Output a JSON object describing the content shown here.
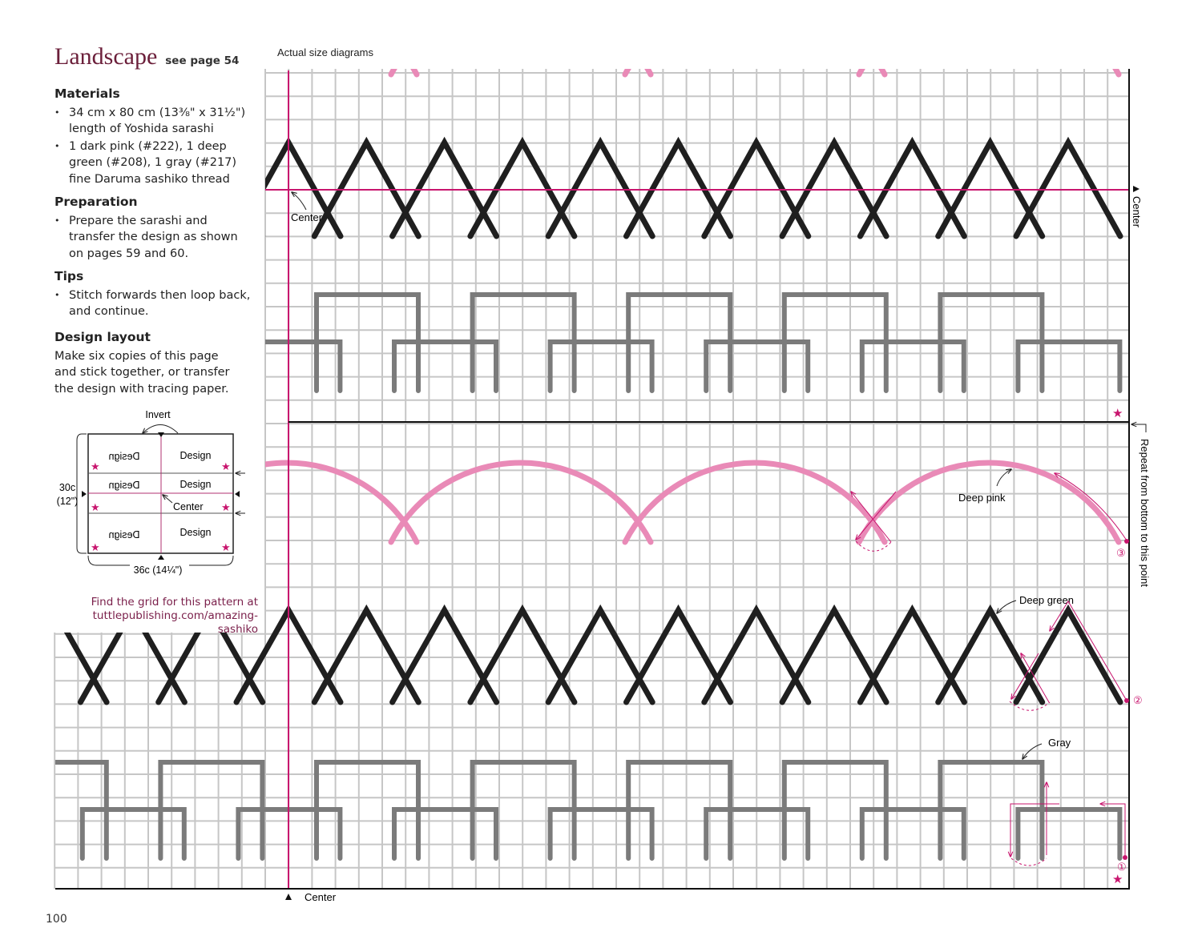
{
  "title": "Landscape",
  "see_page": "see page 54",
  "sections": {
    "materials": {
      "heading": "Materials",
      "items": [
        "34 cm x 80 cm (13⅜\" x 31½\") length of Yoshida sarashi",
        "1 dark pink (#222), 1 deep green (#208), 1 gray (#217) fine Daruma sashiko thread"
      ]
    },
    "preparation": {
      "heading": "Preparation",
      "items": [
        "Prepare the sarashi and transfer the design as shown on pages 59 and 60."
      ]
    },
    "tips": {
      "heading": "Tips",
      "items": [
        "Stitch forwards then loop back, and continue."
      ]
    },
    "layout": {
      "heading": "Design layout",
      "text": "Make six copies of this page and stick together, or transfer the design with tracing paper."
    }
  },
  "layout_diagram": {
    "invert": "Invert",
    "design": "Design",
    "center": "Center",
    "height": "30c",
    "height_in": "(12\")",
    "width": "36c (14¼\")"
  },
  "link": {
    "line1": "Find the grid for this pattern at",
    "line2": "tuttlepublishing.com/amazing-sashiko"
  },
  "page_number": "100",
  "diagram": {
    "heading": "Actual size diagrams",
    "center_label": "Center",
    "center_right": "Center",
    "center_bottom": "Center",
    "repeat_label": "Repeat from bottom to this point",
    "deep_pink": "Deep pink",
    "deep_green": "Deep green",
    "gray": "Gray",
    "steps": [
      "①",
      "②",
      "③"
    ]
  },
  "colors": {
    "grid": "#c6c6c6",
    "black": "#1f1f1f",
    "gray": "#7b7b7b",
    "pink": "#e98ab7",
    "magenta": "#c8156e",
    "maroon": "#6b1f3a"
  }
}
